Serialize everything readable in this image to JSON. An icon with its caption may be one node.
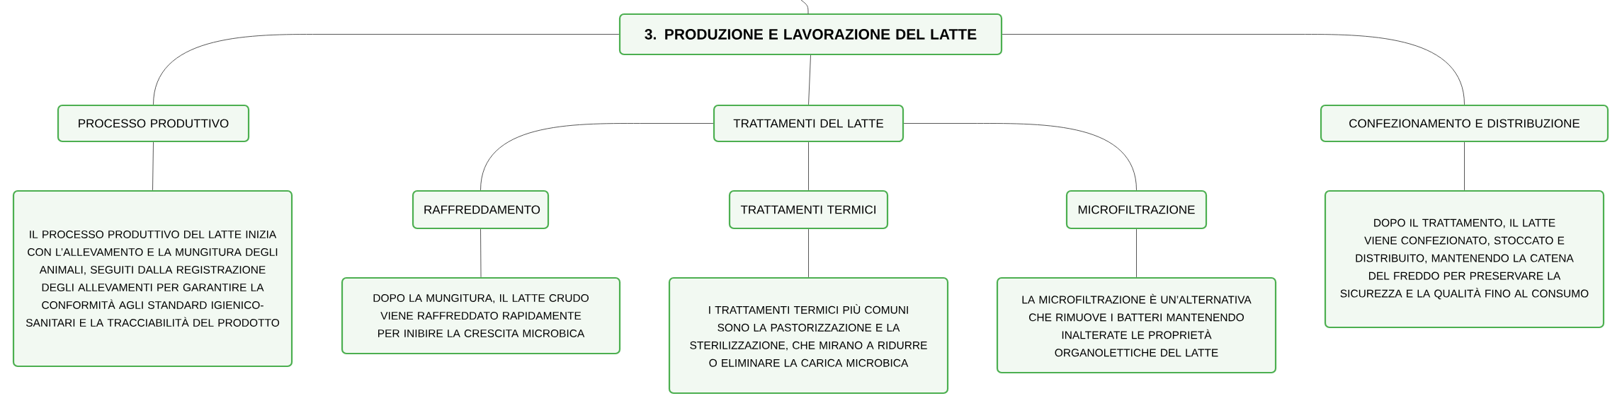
{
  "diagram": {
    "nodes": [
      {
        "text": [
          "3. PRODUZIONE E LAVORAZIONE DEL LATTE"
        ]
      },
      {
        "text": [
          "PROCESSO PRODUTTIVO"
        ]
      },
      {
        "text": [
          "TRATTAMENTI DEL LATTE"
        ]
      },
      {
        "text": [
          "CONFEZIONAMENTO E DISTRIBUZIONE"
        ]
      },
      {
        "text": [
          "IL PROCESSO PRODUTTIVO DEL LATTE INIZIA CON L’ALLEVAMENTO E LA MUNGITURA DEGLI ANIMALI, SEGUITI DALLA REGISTRAZIONE DEGLI ALLEVAMENTI PER GARANTIRE LA CONFORMITÀ AGLI STANDARD IGIENICO-SANITARI E LA TRACCIABILITÀ DEL PRODOTTO"
        ]
      },
      {
        "text": [
          "RAFFREDDAMENTO"
        ]
      },
      {
        "text": [
          "TRATTAMENTI TERMICI"
        ]
      },
      {
        "text": [
          "MICROFILTRAZIONE"
        ]
      },
      {
        "text": [
          "DOPO LA MUNGITURA, IL LATTE CRUDO VIENE RAFFREDDATO RAPIDAMENTE PER INIBIRE LA CRESCITA MICROBICA"
        ]
      },
      {
        "text": [
          "I TRATTAMENTI TERMICI PIÙ COMUNI SONO LA PASTORIZZAZIONE E LA STERILIZZAZIONE, CHE MIRANO A RIDURRE O ELIMINARE LA CARICA MICROBICA"
        ]
      },
      {
        "text": [
          "LA MICROFILTRAZIONE È UN’ALTERNATIVA CHE RIMUOVE I BATTERI MANTENENDO INALTERATE LE PROPRIETÀ ORGANOLETTICHE DEL LATTE"
        ]
      },
      {
        "text": [
          "DOPO IL TRATTAMENTO, IL LATTE VIENE CONFEZIONATO, STOCCATO E DISTRIBUITO, MANTENENDO LA CATENA DEL FREDDO PER PRESERVARE LA SICUREZZA E LA QUALITÀ FINO AL CONSUMO"
        ]
      }
    ],
    "edges": [
      {
        "from": null,
        "to": 0,
        "arrow": "none"
      },
      {
        "from": 0,
        "to": 1,
        "arrow": "none"
      },
      {
        "from": 0,
        "to": 2,
        "arrow": "none"
      },
      {
        "from": 0,
        "to": 3,
        "arrow": "none"
      },
      {
        "from": 1,
        "to": 4,
        "arrow": "none"
      },
      {
        "from": 2,
        "to": 5,
        "arrow": "none"
      },
      {
        "from": 2,
        "to": 6,
        "arrow": "none"
      },
      {
        "from": 2,
        "to": 7,
        "arrow": "none"
      },
      {
        "from": 5,
        "to": 8,
        "arrow": "none"
      },
      {
        "from": 6,
        "to": 9,
        "arrow": "none"
      },
      {
        "from": 7,
        "to": 10,
        "arrow": "none"
      },
      {
        "from": 3,
        "to": 11,
        "arrow": "none"
      }
    ]
  }
}
